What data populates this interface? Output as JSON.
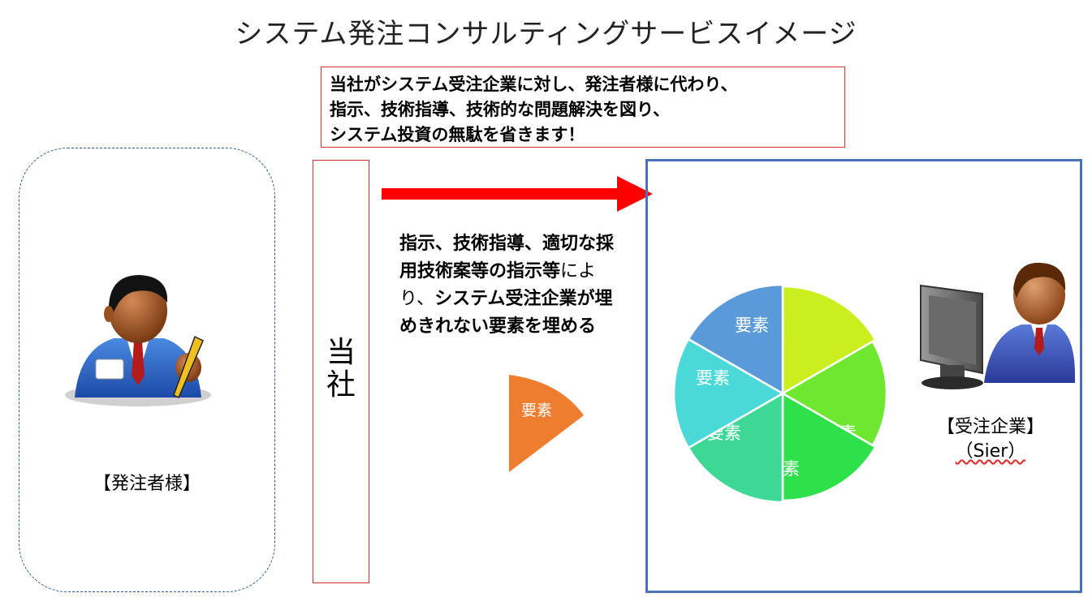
{
  "title": "システム発注コンサルティングサービスイメージ",
  "summary": {
    "lines": [
      "当社がシステム受注企業に対し、発注者様に代わり、",
      "指示、技術指導、技術的な問題解決を図り、",
      "システム投資の無駄を省きます！"
    ]
  },
  "client": {
    "label": "【発注者様】"
  },
  "company": {
    "label_line1": "当",
    "label_line2": "社"
  },
  "guidance": {
    "part1": "指示、技術指導、適切な採用技術案等の指示等",
    "part2": "により、",
    "part3": "システム受注企業が埋めきれない要素を埋める"
  },
  "orange_element": {
    "label": "要素"
  },
  "pie": {
    "segment_label": "要素",
    "segments": [
      {
        "color": "#c9ef1e"
      },
      {
        "color": "#6ee82e"
      },
      {
        "color": "#2ee04a"
      },
      {
        "color": "#3ed896"
      },
      {
        "color": "#4ad8d8"
      },
      {
        "color": "#5a9ad8"
      }
    ]
  },
  "vendor": {
    "label_line1": "【受注企業】",
    "label_line2": "（Sier）"
  },
  "colors": {
    "arrow": "#ff0000",
    "summary_border": "#e03030",
    "client_border": "#2e5d9a",
    "vendor_border": "#4a74b8",
    "orange": "#ee7d2f"
  }
}
